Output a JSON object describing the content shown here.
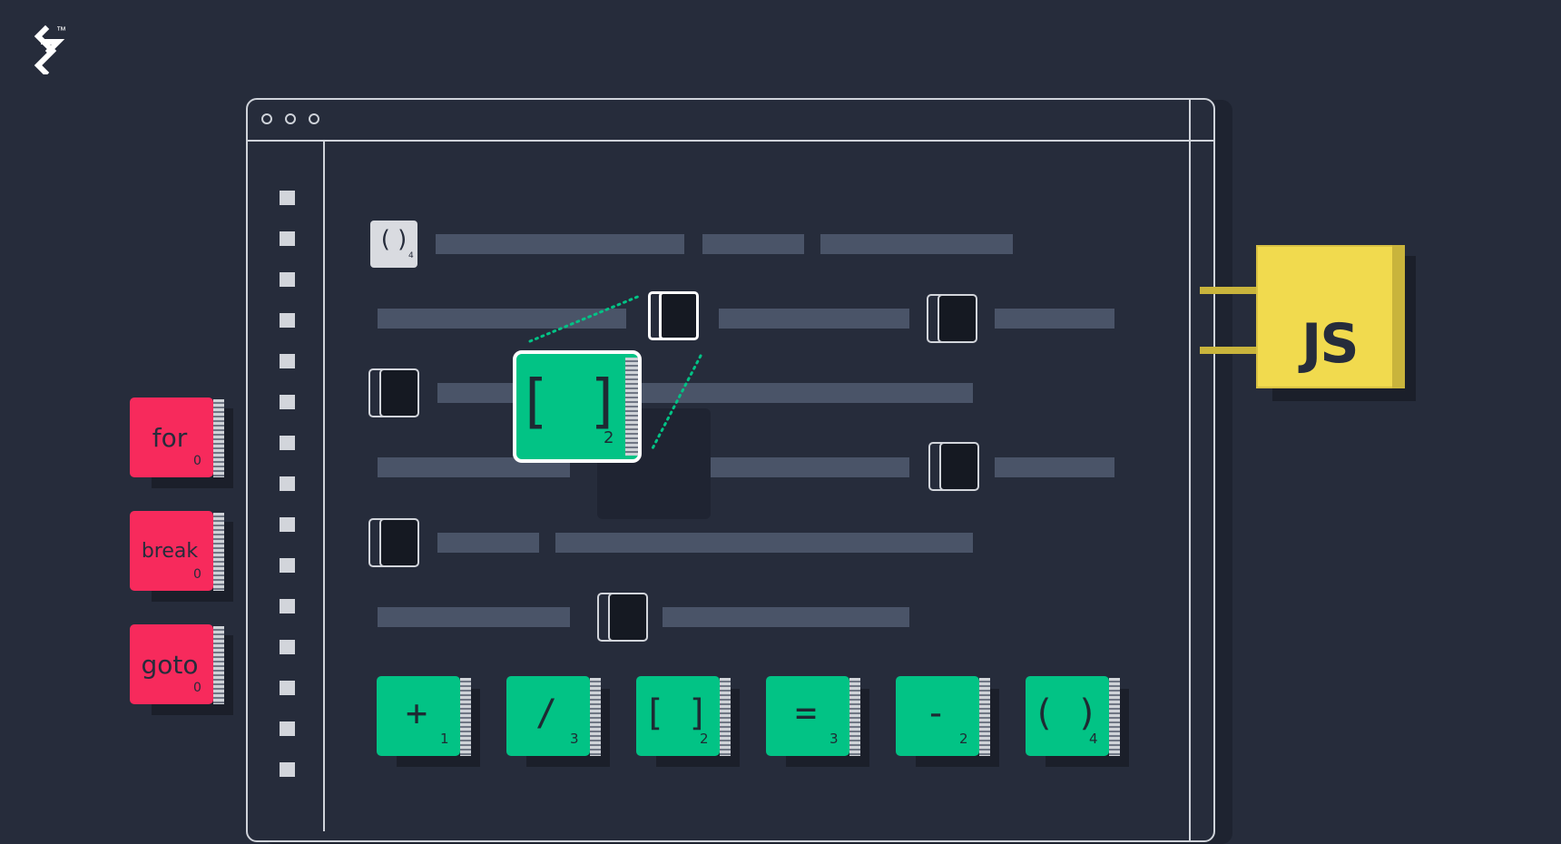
{
  "colors": {
    "background": "#262c3b",
    "window_stroke": "#cfd3da",
    "code_bar": "#4a5468",
    "green_tile": "#02c385",
    "red_tile": "#f72a5c",
    "js_yellow": "#f1da4e",
    "dotted_line": "#02c385"
  },
  "logo": {
    "icon": "toptal-logo-icon",
    "trademark": "™"
  },
  "window": {
    "controls": [
      "circle-icon",
      "circle-icon",
      "circle-icon"
    ]
  },
  "code_chip": {
    "symbol": "( )",
    "count": "4"
  },
  "selected_tile": {
    "symbol": "[ ]",
    "count": "2"
  },
  "keywords": [
    {
      "label": "for",
      "count": "0"
    },
    {
      "label": "break",
      "count": "0"
    },
    {
      "label": "goto",
      "count": "0"
    }
  ],
  "operators": [
    {
      "symbol": "+",
      "count": "1"
    },
    {
      "symbol": "/",
      "count": "3"
    },
    {
      "symbol": "[ ]",
      "count": "2"
    },
    {
      "symbol": "=",
      "count": "3"
    },
    {
      "symbol": "-",
      "count": "2"
    },
    {
      "symbol": "( )",
      "count": "4"
    }
  ],
  "js_block": {
    "label": "JS"
  }
}
